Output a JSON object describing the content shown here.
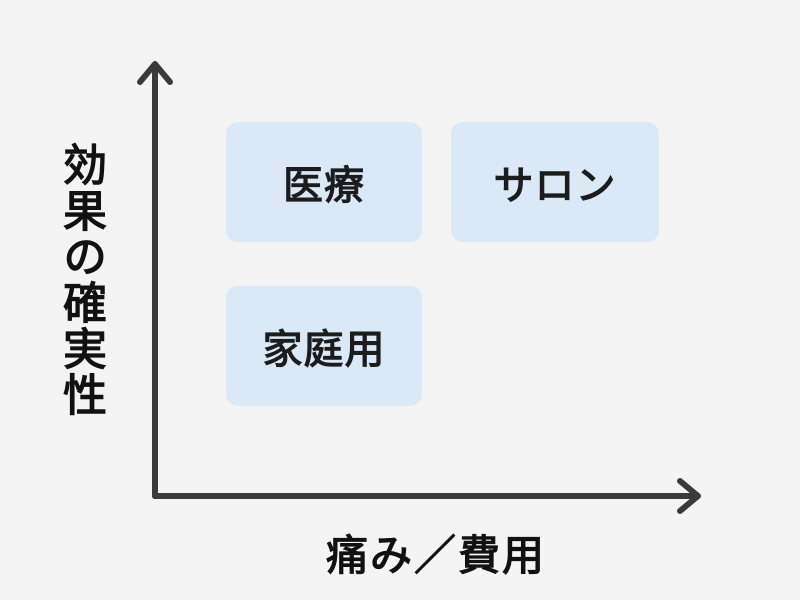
{
  "diagram": {
    "y_axis_label": "効果の確実性",
    "x_axis_label": "痛み／費用",
    "quadrants": {
      "top_left": "医療",
      "top_right": "サロン",
      "bottom_left": "家庭用"
    },
    "colors": {
      "background": "#f4f4f5",
      "box_fill": "#dbe9f7",
      "axis": "#3a3a3a",
      "text": "#111111"
    }
  }
}
